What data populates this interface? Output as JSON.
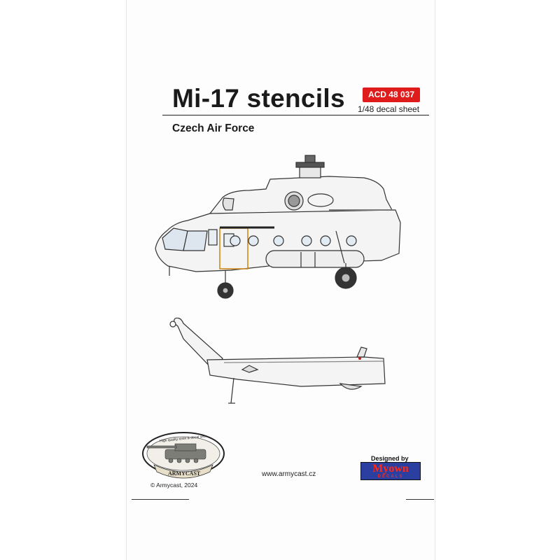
{
  "sheet": {
    "title": "Mi-17 stencils",
    "code": "ACD 48 037",
    "scale": "1/48 decal sheet",
    "subtitle": "Czech Air Force"
  },
  "logo": {
    "arc_text": "High quality resin & decal sets",
    "name": "ARMYCAST",
    "icon": "tank-icon"
  },
  "footer": {
    "website": "www.armycast.cz",
    "copyright": "© Armycast, 2024",
    "designed_by": "Designed by",
    "designer_name": "Myown",
    "designer_sub": "DECALS"
  },
  "colors": {
    "badge": "#e01b1b",
    "designer_bg": "#2a3fa0",
    "designer_text": "#ff2a1a",
    "ink": "#1a1a1a"
  }
}
